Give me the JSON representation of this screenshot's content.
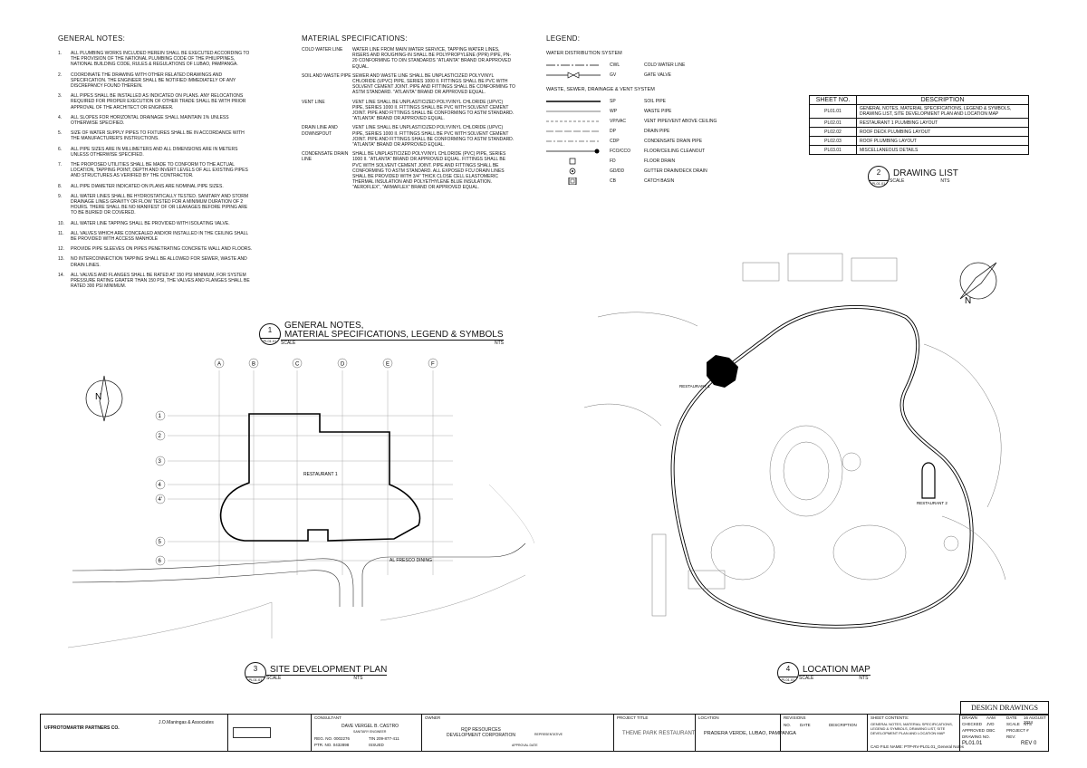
{
  "general_notes": {
    "heading": "GENERAL NOTES:",
    "items": [
      {
        "n": "1.",
        "t": "ALL PLUMBING WORKS INCLUDED HEREIN SHALL BE EXECUTED ACCORDING TO THE PROVISION OF THE NATIONAL PLUMBING CODE OF THE PHILIPPINES, NATIONAL BUILDING CODE, RULES & REGULATIONS OF LUBAO, PAMPANGA."
      },
      {
        "n": "2.",
        "t": "COORDINATE THE DRAWING WITH OTHER RELATED DRAWINGS AND SPECIFICATION. THE ENGINEER SHALL BE NOTIFIED IMMEDIATELY OF ANY DISCREPANCY FOUND THEREIN."
      },
      {
        "n": "3.",
        "t": "ALL PIPES SHALL BE INSTALLED AS INDICATED ON PLANS. ANY RELOCATIONS REQUIRED FOR PROPER EXECUTION OF OTHER TRADE SHALL BE WITH PRIOR APPROVAL OF THE ARCHITECT OR ENGINEER."
      },
      {
        "n": "4.",
        "t": "ALL SLOPES FOR HORIZONTAL DRAINAGE SHALL MAINTAIN 1% UNLESS OTHERWISE SPECIFIED."
      },
      {
        "n": "5.",
        "t": "SIZE OF WATER SUPPLY PIPES TO FIXTURES SHALL BE IN ACCORDANCE WITH THE MANUFACTURER'S INSTRUCTIONS."
      },
      {
        "n": "6.",
        "t": "ALL PIPE SIZES ARE IN MILLIMETERS AND ALL DIMENSIONS ARE IN METERS UNLESS OTHERWISE SPECIFIED."
      },
      {
        "n": "7.",
        "t": "THE PROPOSED UTILITIES SHALL BE MADE TO CONFORM TO THE ACTUAL LOCATION, TAPPING POINT, DEPTH AND INVERT LEVELS OF ALL EXISTING PIPES AND STRUCTURES AS VERIFIED BY THE CONTRACTOR."
      },
      {
        "n": "8.",
        "t": "ALL PIPE DIAMETER INDICATED ON PLANS ARE NOMINAL PIPE SIZES."
      },
      {
        "n": "9.",
        "t": "ALL WATER LINES SHALL BE HYDROSTATICALLY TESTED. SANITARY AND STORM DRAINAGE LINES GRAVITY OR FLOW TESTED FOR A MINIMUM DURATION OF 2 HOURS. THERE SHALL BE NO MANIFEST OF OR LEAKAGES BEFORE PIPING ARE TO BE BURIED OR COVERED."
      },
      {
        "n": "10.",
        "t": "ALL WATER LINE TAPPING SHALL BE PROVIDED WITH ISOLATING VALVE."
      },
      {
        "n": "11.",
        "t": "ALL VALVES WHICH ARE CONCEALED AND/OR INSTALLED IN THE CEILING SHALL BE PROVIDED WITH ACCESS MANHOLE"
      },
      {
        "n": "12.",
        "t": "PROVIDE PIPE SLEEVES ON PIPES PENETRATING CONCRETE WALL AND FLOORS."
      },
      {
        "n": "13.",
        "t": "NO INTERCONNECTION TAPPING SHALL BE ALLOWED FOR SEWER, WASTE AND DRAIN LINES."
      },
      {
        "n": "14.",
        "t": "ALL VALVES AND FLANGES SHALL BE RATED AT 150 PSI MINIMUM, FOR SYSTEM PRESSURE RATING GRATER THAN 150 PSI, THE VALVES AND FLANGES SHALL BE RATED 300 PSI MINIMUM."
      }
    ]
  },
  "material_specs": {
    "heading": "MATERIAL SPECIFICATIONS:",
    "rows": [
      {
        "k": "COLD WATER LINE",
        "v": "WATER LINE FROM MAIN WATER SERVICE, TAPPING WATER LINES, RISERS AND ROUGHING-IN SHALL BE POLYPROPYLENE (PPR) PIPE, PN-20 CONFORMING TO DIN STANDARDS \"ATLANTA\" BRAND OR APPROVED EQUAL."
      },
      {
        "k": "SOIL AND WASTE PIPE",
        "v": "SEWER AND WASTE LINE SHALL BE UNPLASTICIZED POLYVINYL CHLORIDE (uPVC) PIPE, SERIES 1000 II. FITTINGS SHALL BE PVC WITH SOLVENT CEMENT JOINT. PIPE AND FITTINGS SHALL BE CONFORMING TO ASTM STANDARD. \"ATLANTA\" BRAND OR APPROVED EQUAL."
      },
      {
        "k": "VENT LINE",
        "v": "VENT LINE SHALL BE UNPLASTICIZED POLYVINYL CHLORIDE (uPVC) PIPE, SERIES 1000 II. FITTINGS SHALL BE PVC WITH SOLVENT CEMENT JOINT. PIPE AND FITTINGS SHALL BE CONFORMING TO ASTM STANDARD. \"ATLANTA\" BRAND OR APPROVED EQUAL."
      },
      {
        "k": "DRAIN LINE AND DOWNSPOUT",
        "v": "VENT LINE SHALL BE UNPLASTICIZED POLYVINYL CHLORIDE (uPVC) PIPE, SERIES 1000 II. FITTINGS SHALL BE PVC WITH SOLVENT CEMENT JOINT. PIPE AND FITTINGS SHALL BE CONFORMING TO ASTM STANDARD. \"ATLANTA\" BRAND OR APPROVED EQUAL."
      },
      {
        "k": "CONDENSATE DRAIN LINE",
        "v": "SHALL BE UNPLASTICIZED POLYVINYL CHLORIDE (PVC) PIPE, SERIES 1000 II. \"ATLANTA\" BRAND OR APPROVED EQUAL. FITTINGS SHALL BE PVC WITH SOLVENT CEMENT JOINT. PIPE AND FITTINGS SHALL BE CONFORMING TO ASTM STANDARD. ALL EXPOSED FCU DRAIN LINES SHALL BE PROVIDED WITH 3/4\" THICK CLOSE CELL ELASTOMERIC THERMAL INSULATION AND POLYETHYLENE BLUE INSULATION. \"AEROFLEX\", \"ARMAFLEX\" BRAND OR APPROVED EQUAL."
      }
    ]
  },
  "legend": {
    "heading": "LEGEND:",
    "water_heading": "WATER DISTRIBUTION SYSTEM",
    "water_rows": [
      {
        "code": "CWL",
        "desc": "COLD WATER LINE"
      },
      {
        "code": "GV",
        "desc": "GATE VALVE"
      }
    ],
    "waste_heading": "WASTE, SEWER, DRAINAGE & VENT SYSTEM",
    "waste_rows": [
      {
        "code": "SP",
        "desc": "SOIL PIPE"
      },
      {
        "code": "WP",
        "desc": "WASTE PIPE"
      },
      {
        "code": "VP/VAC",
        "desc": "VENT PIPE/VENT ABOVE CEILING"
      },
      {
        "code": "DP",
        "desc": "DRAIN PIPE"
      },
      {
        "code": "CDP",
        "desc": "CONDENSATE DRAIN PIPE"
      },
      {
        "code": "FCO/CCO",
        "desc": "FLOOR/CEILING CLEANOUT"
      },
      {
        "code": "FD",
        "desc": "FLOOR DRAIN"
      },
      {
        "code": "GD/DD",
        "desc": "GUTTER DRAIN/DECK DRAIN"
      },
      {
        "code": "CB",
        "desc": "CATCH BASIN"
      }
    ]
  },
  "drawing_list": {
    "col_sheet": "SHEET NO.",
    "col_desc": "DESCRIPTION",
    "rows": [
      {
        "sheet": "PL01.01",
        "desc": "GENERAL NOTES, MATERIAL SPECIFICATIONS, LEGEND & SYMBOLS, DRAWING LIST, SITE DEVELOPMENT PLAN AND LOCATION MAP"
      },
      {
        "sheet": "PL02.01",
        "desc": "RESTAURANT 1 PLUMBING LAYOUT"
      },
      {
        "sheet": "PL02.02",
        "desc": "ROOF DECK PLUMBING LAYOUT"
      },
      {
        "sheet": "PL02.03",
        "desc": "ROOF PLUMBING LAYOUT"
      },
      {
        "sheet": "PL03.01",
        "desc": "MISCELLANEOUS DETAILS"
      }
    ]
  },
  "tags": {
    "t1": {
      "num": "1",
      "sheet": "PL01.01",
      "title1": "GENERAL NOTES,",
      "title2": "MATERIAL SPECIFICATIONS, LEGEND & SYMBOLS",
      "scale": "SCALE",
      "scale_val": "NTS"
    },
    "t2": {
      "num": "2",
      "sheet": "PL01.01",
      "title1": "DRAWING LIST",
      "scale": "SCALE",
      "scale_val": "NTS"
    },
    "t3": {
      "num": "3",
      "sheet": "PL01.01",
      "title1": "SITE DEVELOPMENT PLAN",
      "scale": "SCALE",
      "scale_val": "NTS"
    },
    "t4": {
      "num": "4",
      "sheet": "PL01.01",
      "title1": "LOCATION MAP",
      "scale": "SCALE",
      "scale_val": "NTS"
    }
  },
  "site_plan": {
    "grid_cols": [
      "A",
      "B",
      "C",
      "D",
      "E",
      "F"
    ],
    "grid_rows": [
      "1",
      "2",
      "3",
      "4",
      "4'",
      "5",
      "6"
    ],
    "restaurant_label": "RESTAURANT 1",
    "alfresco_label": "AL FRESCO DINING",
    "north": "N"
  },
  "location_map": {
    "restaurant1": "RESTAURANT 1",
    "restaurant2": "RESTAURANT 2",
    "north": "N"
  },
  "title_block": {
    "stamp": "DESIGN DRAWINGS",
    "firm1": "UFPROTOMARTIR PARTNERS CO.",
    "firm2": "J.O.Maningas & Associates",
    "consultant_label": "CONSULTANT",
    "engineer": "DAVE VERGEL B. CASTRO",
    "engineer_role": "SANITARY ENGINEER",
    "reg_label": "REG. NO.",
    "reg_val": "0002276",
    "tin_label": "TIN",
    "tin_val": "209-877-411",
    "ptr_label": "PTR. NO.",
    "ptr_val": "0432898",
    "issued_label": "ISSUED",
    "owner_label": "OWNER",
    "owner1": "RQP RESOURCES",
    "owner2": "DEVELOPMENT CORPORATION",
    "rep_label": "REPRESENTATIVE",
    "approval_label": "APPROVAL DATE",
    "project_label": "PROJECT TITLE",
    "project": "THEME PARK RESTAURANT",
    "location_label": "LOCATION",
    "location": "PRADERA VERDE, LUBAO, PAMPANGA",
    "revisions_label": "REVISIONS",
    "rev_no": "NO.",
    "rev_date": "DATE",
    "rev_desc": "DESCRIPTION",
    "contents_label": "SHEET CONTENTS:",
    "contents": "GENERAL NOTES, MATERIAL SPECIFICATIONS, LEGEND & SYMBOLS, DRAWING LIST, SITE DEVELOPMENT PLAN AND LOCATION MAP",
    "cad_label": "CAD FILE NAME:",
    "cad_val": "PTP-RV-PL01.01_General Notes",
    "drawn_label": "DRAWN",
    "drawn_val": "AAM",
    "checked_label": "CHECKED",
    "checked_val": "JVD",
    "approved_label": "APPROVED",
    "approved_val": "DBC",
    "date_label": "DATE",
    "date_val": "16 AUGUST 2024",
    "scale_label": "SCALE",
    "scale_val": "NTS",
    "projno_label": "PROJECT #",
    "drawing_no_label": "DRAWING NO.",
    "drawing_no": "PL01.01",
    "rev_label": "REV:",
    "rev_val": "REV 0"
  }
}
